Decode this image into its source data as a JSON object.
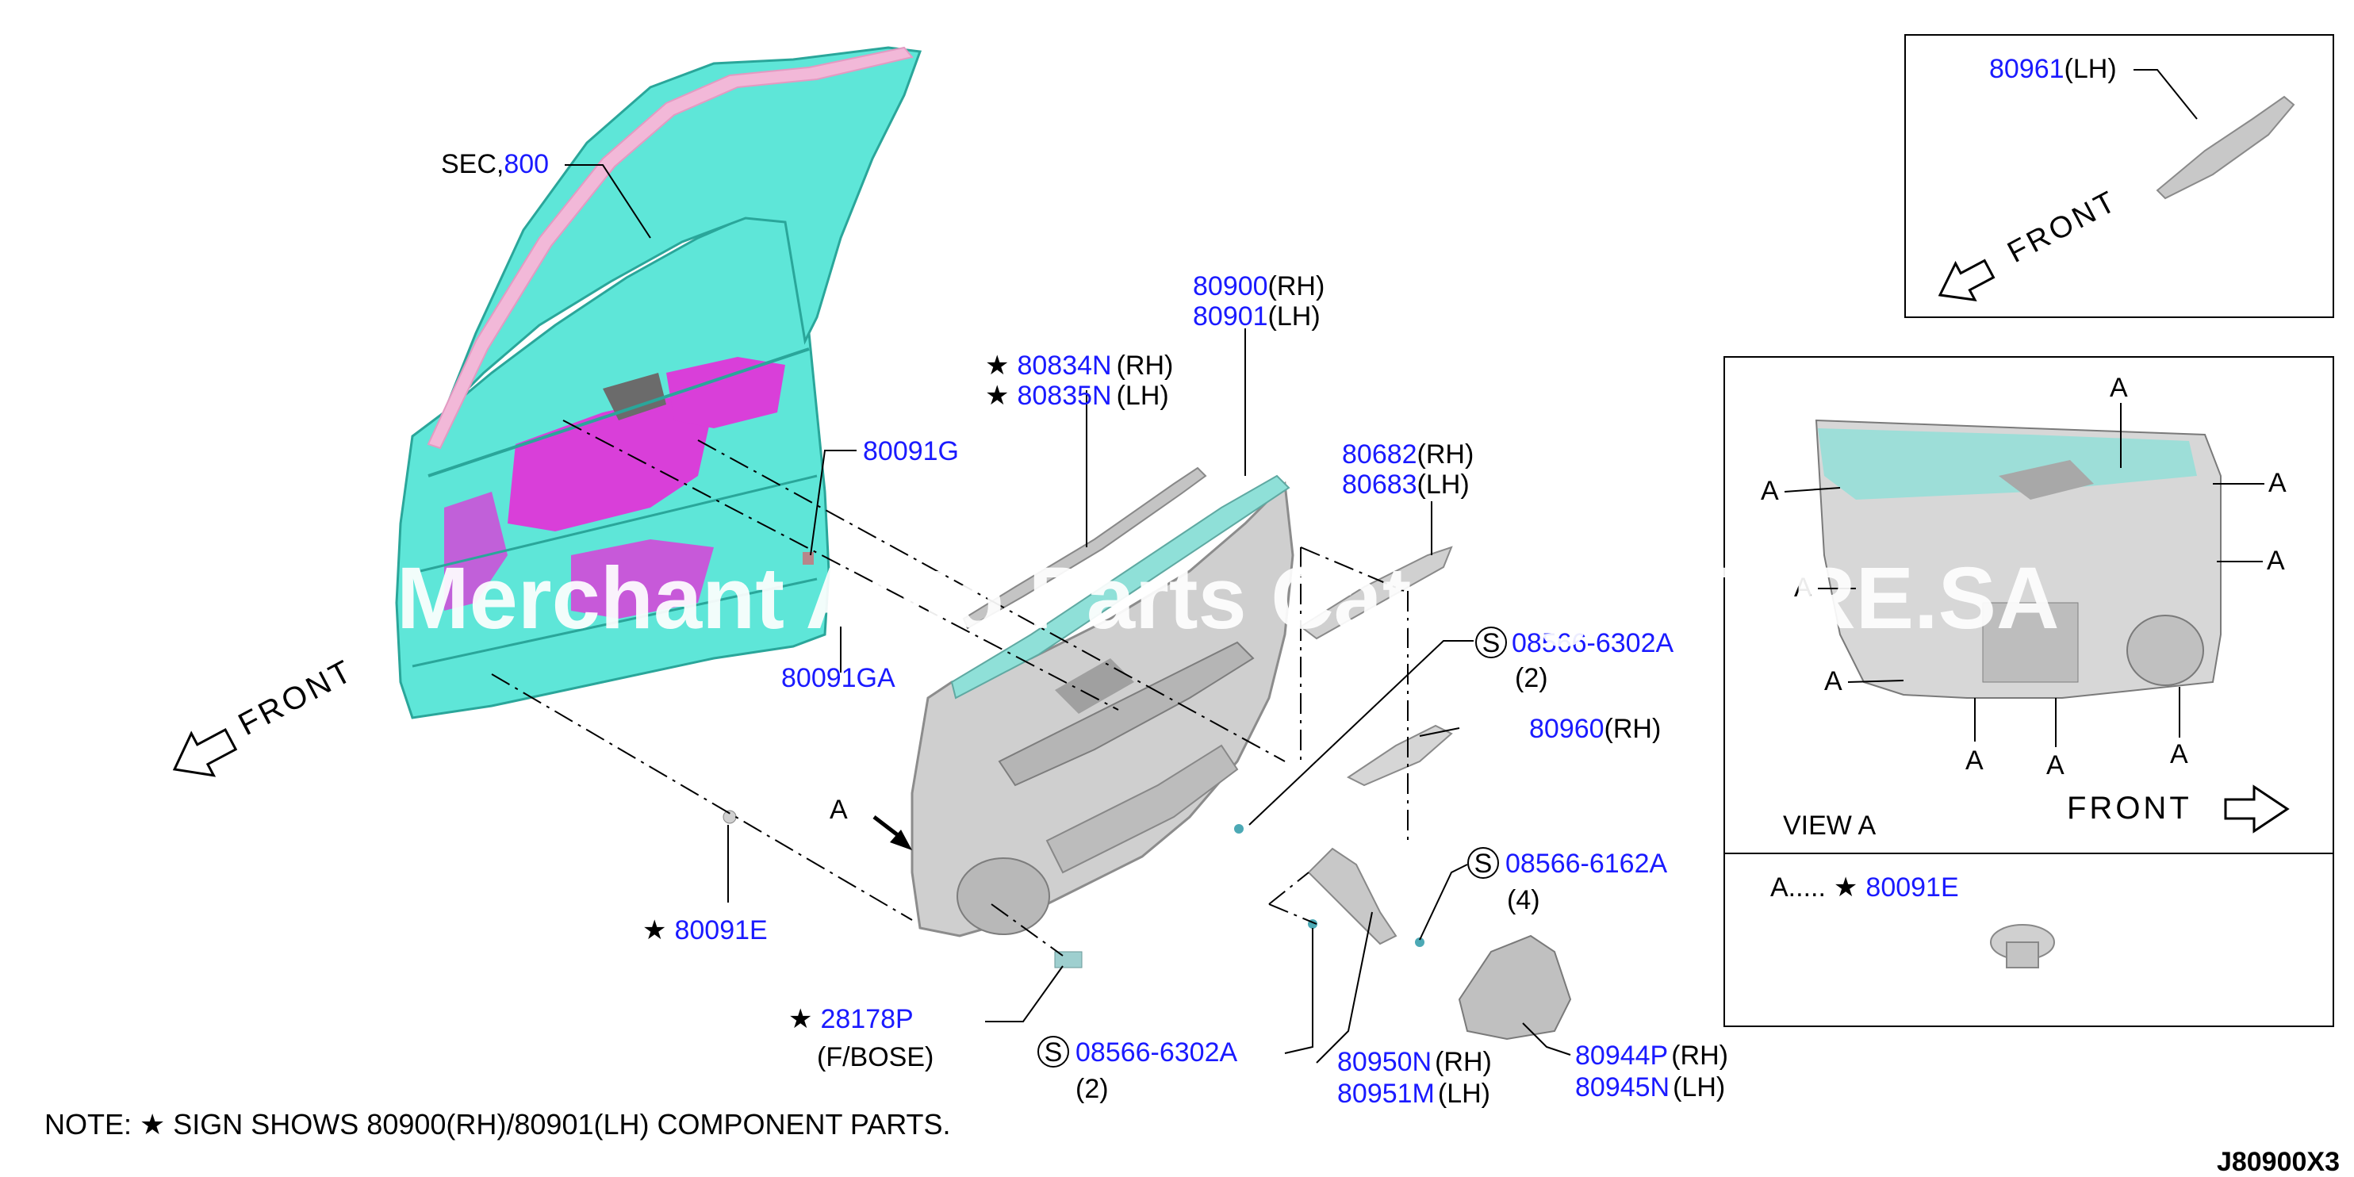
{
  "watermark": "Merchant Auto Parts Catalog STORE.SA",
  "note": "NOTE: ★ SIGN SHOWS 80900(RH)/80901(LH) COMPONENT PARTS.",
  "diagram_id": "J80900X3",
  "colors": {
    "part_link": "#1a1aff",
    "door_panel": "#5ee6d8",
    "door_hole": "#d93fd9",
    "trim": "#c8c8c8",
    "weatherstrip": "#f2b8d8"
  },
  "labels": {
    "sec": {
      "prefix": "SEC,",
      "num": "800"
    },
    "p80091G": {
      "num": "80091G"
    },
    "p80091GA": {
      "num": "80091GA"
    },
    "p80091E": {
      "star": "★",
      "num": "80091E"
    },
    "p80834N": {
      "star": "★",
      "num": "80834N",
      "suffix": "(RH)"
    },
    "p80835N": {
      "star": "★",
      "num": "80835N",
      "suffix": "(LH)"
    },
    "p80900": {
      "num": "80900",
      "suffix": "(RH)"
    },
    "p80901": {
      "num": "80901",
      "suffix": "(LH)"
    },
    "p80682": {
      "num": "80682",
      "suffix": "(RH)"
    },
    "p80683": {
      "num": "80683",
      "suffix": "(LH)"
    },
    "s08566_6302A_top": {
      "symbol": "S",
      "num": "08566-6302A",
      "qty": "(2)"
    },
    "p80960": {
      "num": "80960",
      "suffix": "(RH)"
    },
    "s08566_6162A": {
      "symbol": "S",
      "num": "08566-6162A",
      "qty": "(4)"
    },
    "p28178P": {
      "star": "★",
      "num": "28178P",
      "sub": "(F/BOSE)"
    },
    "s08566_6302A_bot": {
      "symbol": "S",
      "num": "08566-6302A",
      "qty": "(2)"
    },
    "p80950N": {
      "num": "80950N",
      "suffix": "(RH)"
    },
    "p80951M": {
      "num": "80951M",
      "suffix": "(LH)"
    },
    "p80944P": {
      "num": "80944P",
      "suffix": "(RH)"
    },
    "p80945N": {
      "num": "80945N",
      "suffix": "(LH)"
    },
    "p80961": {
      "num": "80961",
      "suffix": "(LH)"
    },
    "front_main": "FRONT",
    "front_inset": "FRONT",
    "front_view": "FRONT",
    "arrow_a": "A"
  },
  "view_a": {
    "title": "VIEW A",
    "marker": "A",
    "legend_prefix": "A.....",
    "legend_star": "★",
    "legend_num": "80091E"
  }
}
